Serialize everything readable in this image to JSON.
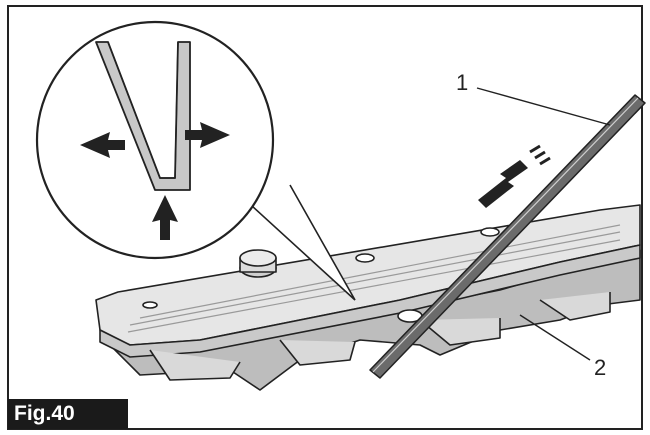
{
  "figure": {
    "label": "Fig.40",
    "callouts": [
      {
        "id": "1",
        "text": "1"
      },
      {
        "id": "2",
        "text": "2"
      }
    ]
  },
  "colors": {
    "line": "#222222",
    "rod": "#6b6b6b",
    "blade_gray": "#d4d4d4",
    "groove_gray": "#b5b5b5",
    "label_bg": "#1a1a1a"
  },
  "icons": [
    "arrow-icon",
    "magnifier-circle",
    "file-rod",
    "hedge-trimmer-blade"
  ]
}
